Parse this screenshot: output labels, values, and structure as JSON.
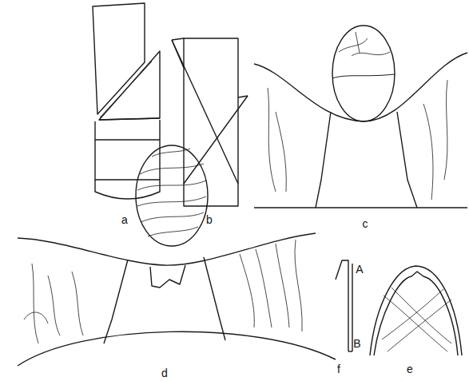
{
  "diagram": {
    "labels": [
      "a",
      "b",
      "c",
      "d",
      "A",
      "B",
      "f",
      "e"
    ]
  }
}
